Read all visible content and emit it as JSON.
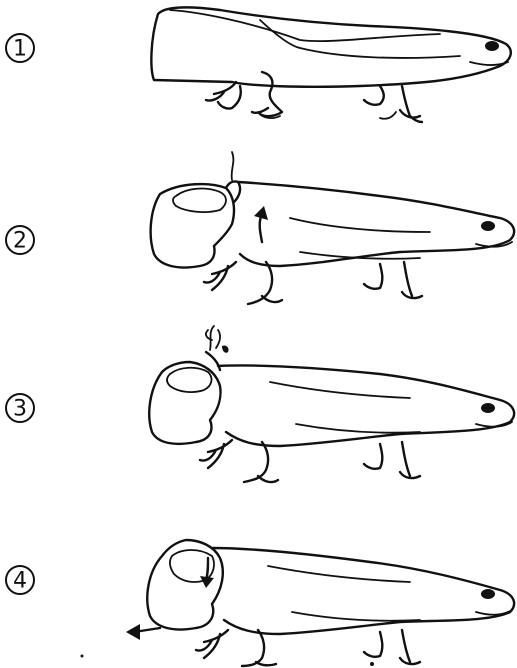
{
  "panels": [
    {
      "label": "1"
    },
    {
      "label": "2"
    },
    {
      "label": "3"
    },
    {
      "label": "4"
    }
  ],
  "colors": {
    "ink": "#111111",
    "background": "#ffffff"
  }
}
